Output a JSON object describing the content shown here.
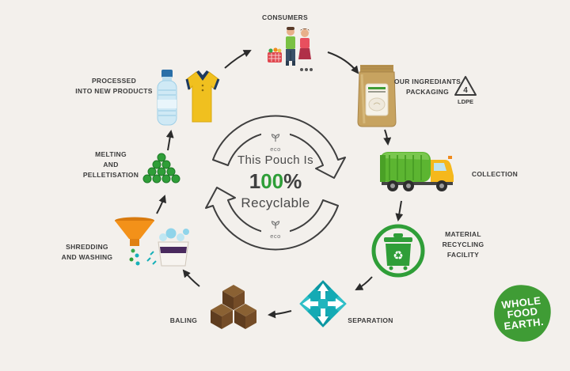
{
  "background": "#f3f0ec",
  "colors": {
    "text": "#3c3c3c",
    "accent_green": "#2f9e38",
    "teal": "#14aab4",
    "orange": "#f39119",
    "brown": "#6e4a26",
    "kraft": "#c7a360",
    "truck_green": "#5cb531",
    "logo_green": "#3f9c35"
  },
  "center": {
    "line1": "This Pouch Is",
    "pct_1": "1",
    "pct_00": "00",
    "pct_sym": "%",
    "line3": "Recyclable",
    "eco_top": "eco",
    "eco_bottom": "eco"
  },
  "steps": {
    "consumers": {
      "label": "CONSUMERS"
    },
    "packaging": {
      "label": "OUR INGREDIANTS\nPACKAGING"
    },
    "collection": {
      "label": "COLLECTION"
    },
    "mrf": {
      "label": "MATERIAL\nRECYCLING\nFACILITY"
    },
    "separation": {
      "label": "SEPARATION"
    },
    "baling": {
      "label": "BALING"
    },
    "shredding": {
      "label": "SHREDDING\nAND WASHING"
    },
    "melting": {
      "label": "MELTING\nAND\nPELLETISATION"
    },
    "products": {
      "label": "PROCESSED\nINTO NEW PRODUCTS"
    }
  },
  "ldpe": {
    "number": "4",
    "label": "LDPE"
  },
  "logo": {
    "text": "WHOLE\nFOOD\nEARTH."
  }
}
